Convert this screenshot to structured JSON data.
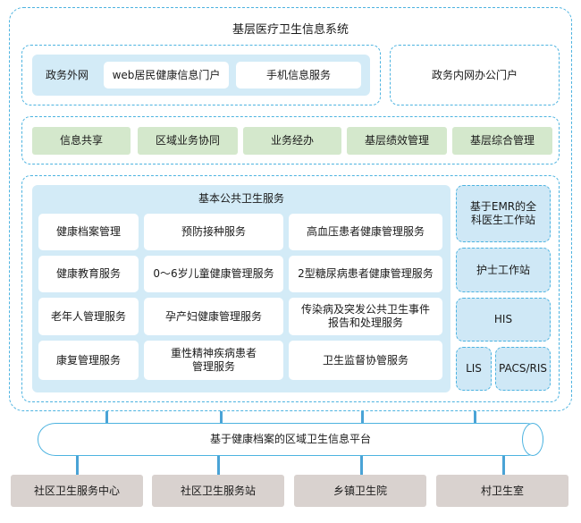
{
  "system_title": "基层医疗卫生信息系统",
  "portals": {
    "external": {
      "label": "政务外网",
      "items": [
        "web居民健康信息门户",
        "手机信息服务"
      ]
    },
    "internal": "政务内网办公门户"
  },
  "functions": [
    "信息共享",
    "区域业务协同",
    "业务经办",
    "基层绩效管理",
    "基层综合管理"
  ],
  "public_health": {
    "title": "基本公共卫生服务",
    "rows": [
      [
        "健康档案管理",
        "预防接种服务",
        "高血压患者健康管理服务"
      ],
      [
        "健康教育服务",
        "0～6岁儿童健康管理服务",
        "2型糖尿病患者健康管理服务"
      ],
      [
        "老年人管理服务",
        "孕产妇健康管理服务",
        "传染病及突发公共卫生事件报告和处理服务"
      ],
      [
        "康复管理服务",
        "重性精神疾病患者管理服务",
        "卫生监督协管服务"
      ]
    ]
  },
  "clinical": {
    "emr": "基于EMR的全科医生工作站",
    "nurse": "护士工作站",
    "his": "HIS",
    "lis": "LIS",
    "pacs": "PACS/RIS"
  },
  "platform": "基于健康档案的区域卫生信息平台",
  "institutions": [
    "社区卫生服务中心",
    "社区卫生服务站",
    "乡镇卫生院",
    "村卫生室"
  ],
  "colors": {
    "frame": "#4db3e0",
    "panel_blue": "#d3ebf7",
    "function_green": "#d4e8cc",
    "institution_gray": "#d9d2cf",
    "connector": "#4aa3d6"
  }
}
